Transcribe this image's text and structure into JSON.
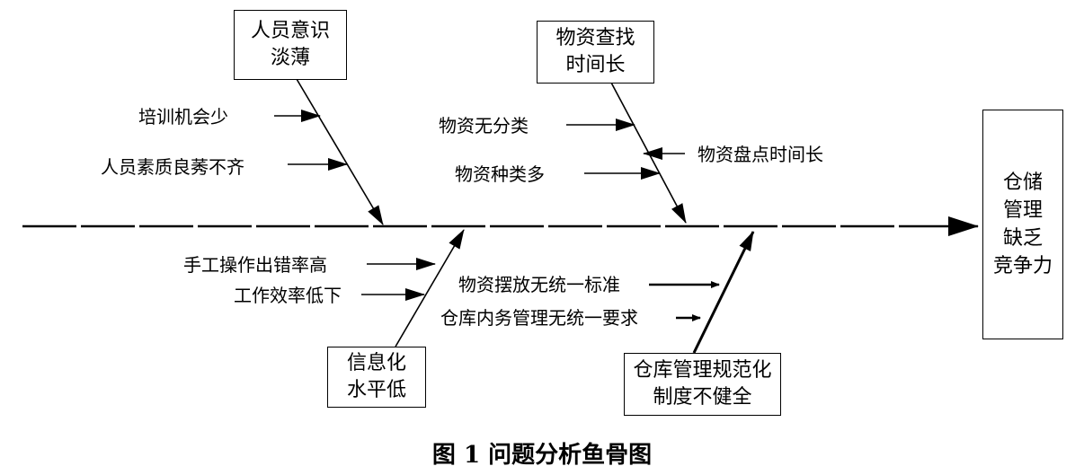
{
  "effect": {
    "lines": [
      "仓储",
      "管理",
      "缺乏",
      "竞争力"
    ]
  },
  "categories": {
    "personnel": {
      "lines": [
        "人员意识",
        "淡薄"
      ]
    },
    "materials": {
      "lines": [
        "物资查找",
        "时间长"
      ]
    },
    "information": {
      "lines": [
        "信息化",
        "水平低"
      ]
    },
    "management": {
      "lines": [
        "仓库管理规范化",
        "制度不健全"
      ]
    }
  },
  "causes": {
    "training": "培训机会少",
    "quality": "人员素质良莠不齐",
    "unclassified": "物资无分类",
    "inventory_time": "物资盘点时间长",
    "many_types": "物资种类多",
    "manual_error": "手工操作出错率高",
    "low_efficiency": "工作效率低下",
    "placement": "物资摆放无统一标准",
    "internal_affairs": "仓库内务管理无统一要求"
  },
  "caption": "图 1  问题分析鱼骨图"
}
